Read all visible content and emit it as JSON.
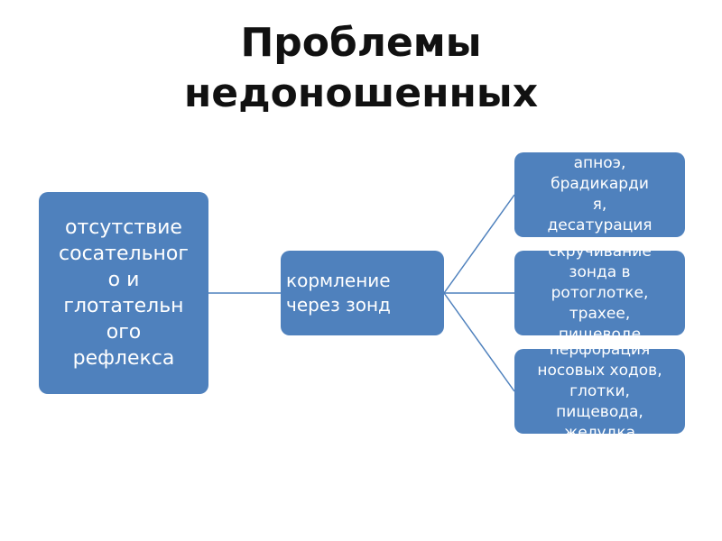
{
  "title": {
    "line1": "Проблемы",
    "line2": "недоношенных"
  },
  "colors": {
    "box": "#4f81bd",
    "connector": "#4f81bd"
  },
  "nodes": {
    "root": {
      "lines": [
        "отсутствие",
        "сосательног",
        "о и",
        "глотательн",
        "ого",
        "рефлекса"
      ]
    },
    "middle": {
      "lines": [
        "кормление",
        "через зонд"
      ]
    },
    "leaves": [
      {
        "lines": [
          "апноэ,",
          "брадикарди",
          "я,",
          "десатурация"
        ]
      },
      {
        "lines": [
          "скручивание",
          "зонда в",
          "ротоглотке,",
          "трахее,",
          "пищеводе"
        ]
      },
      {
        "lines": [
          "перфорация",
          "носовых ходов,",
          "глотки,",
          "пищевода,",
          "желудка"
        ]
      }
    ]
  }
}
